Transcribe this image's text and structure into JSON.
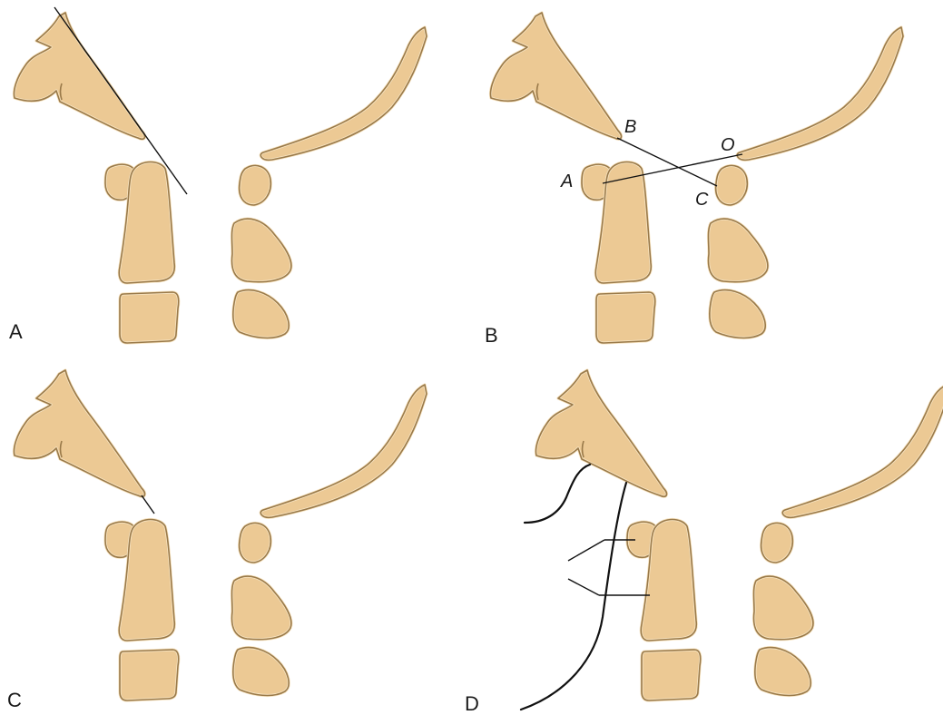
{
  "panels": [
    {
      "id": "A",
      "label": "A"
    },
    {
      "id": "B",
      "label": "B",
      "points": [
        "A",
        "B",
        "C",
        "O"
      ]
    },
    {
      "id": "C",
      "label": "C"
    },
    {
      "id": "D",
      "label": "D"
    }
  ],
  "colors": {
    "bone_fill": "#ecc994",
    "bone_highlight": "#f7e4c2",
    "bone_outline": "#9a7a4a",
    "line": "#111111"
  }
}
